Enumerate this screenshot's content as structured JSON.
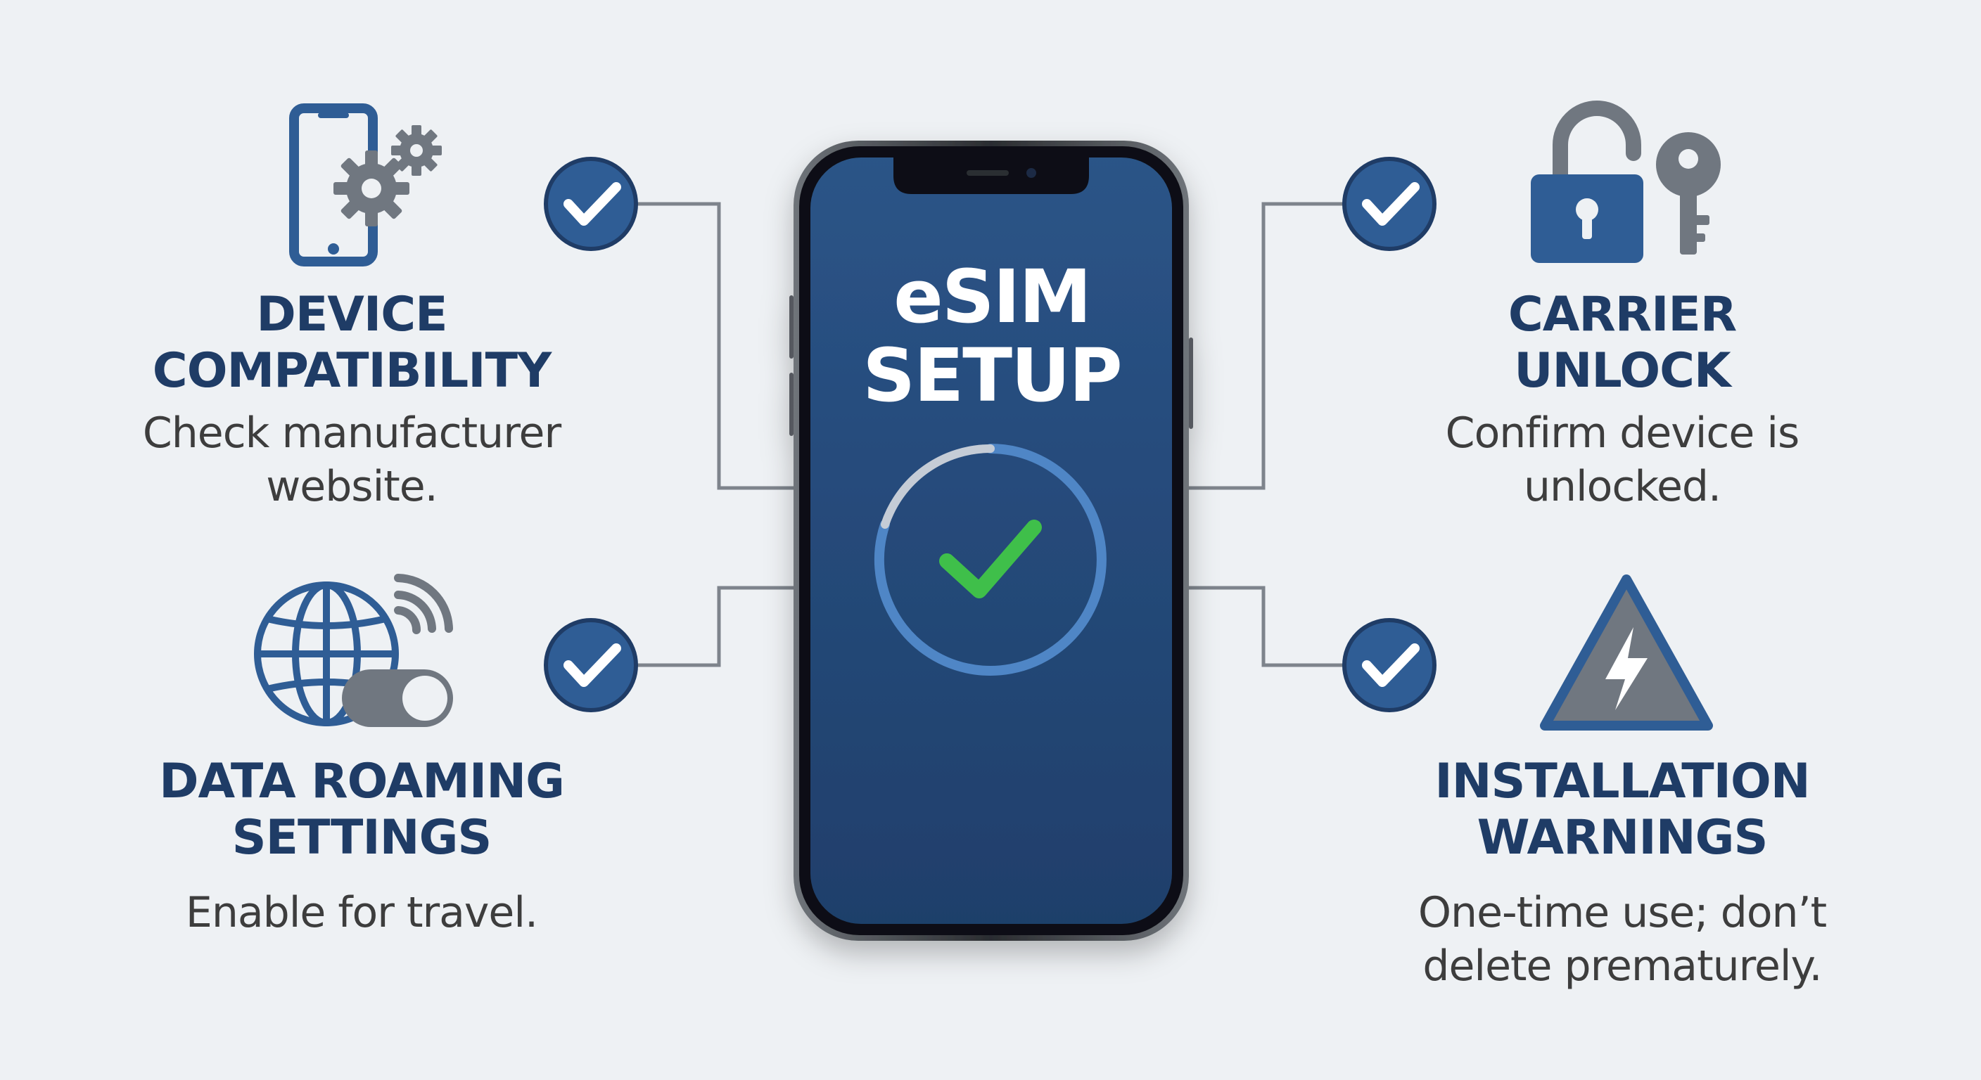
{
  "phone": {
    "title_line1": "eSIM",
    "title_line2": "SETUP"
  },
  "features": {
    "device": {
      "title_line1": "DEVICE",
      "title_line2": "COMPATIBILITY",
      "desc_line1": "Check manufacturer",
      "desc_line2": "website.",
      "icon": "phone-gears-icon"
    },
    "carrier": {
      "title_line1": "CARRIER",
      "title_line2": "UNLOCK",
      "desc_line1": "Confirm device is",
      "desc_line2": "unlocked.",
      "icon": "padlock-key-icon"
    },
    "roaming": {
      "title_line1": "DATA ROAMING",
      "title_line2": "SETTINGS",
      "desc_line1": "Enable for travel.",
      "icon": "globe-toggle-icon"
    },
    "warnings": {
      "title_line1": "INSTALLATION",
      "title_line2": "WARNINGS",
      "desc_line1": "One-time use; don’t",
      "desc_line2": "delete prematurely.",
      "icon": "warning-triangle-icon"
    }
  },
  "colors": {
    "navy_text": "#1f3c66",
    "accent_blue": "#2f5d95",
    "screen_blue": "#2b5286",
    "success_green": "#3fbf4a",
    "connector_gray": "#7e848c"
  }
}
